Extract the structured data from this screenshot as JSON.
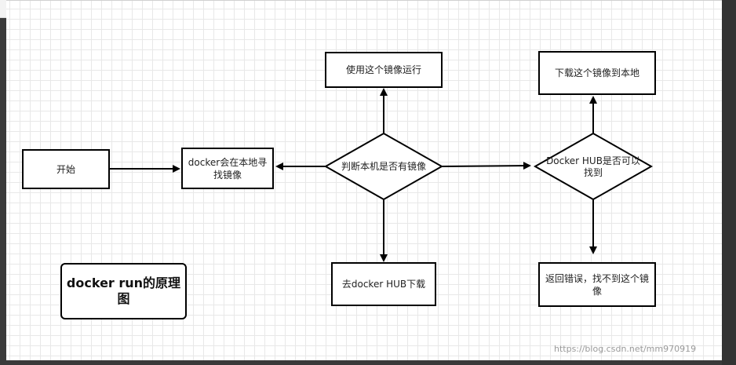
{
  "diagram": {
    "nodes": {
      "start": "开始",
      "search_local": "docker会在本地寻找镜像",
      "check_local": "判断本机是否有镜像",
      "run_image": "使用这个镜像运行",
      "download_hub": "去docker HUB下载",
      "check_hub": "Docker HUB是否可以找到",
      "download_local": "下载这个镜像到本地",
      "return_error": "返回错误，找不到这个镜像",
      "title": "docker run的原理图"
    }
  },
  "watermark": "https://blog.csdn.net/mm970919"
}
